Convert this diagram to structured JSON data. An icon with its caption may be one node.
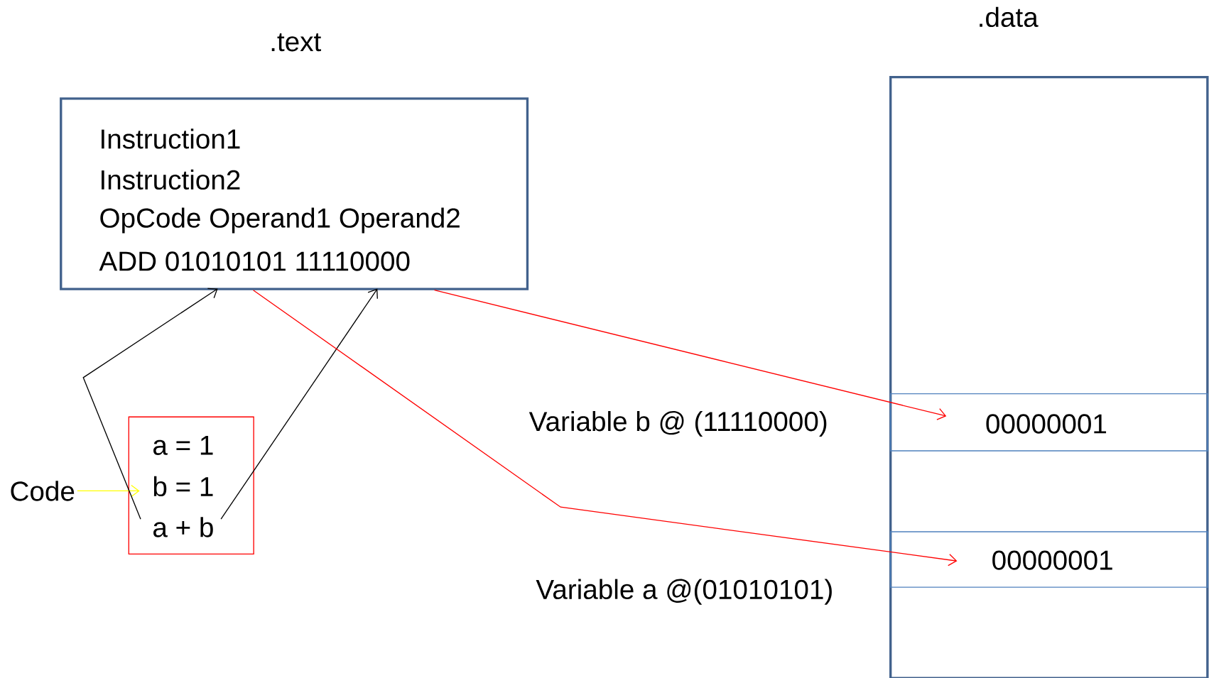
{
  "diagram": {
    "nodes": [
      {
        "text": [
          ".text",
          "Instruction1",
          "Instruction2",
          "OpCode Operand1 Operand2",
          "ADD 01010101 11110000"
        ]
      },
      {
        "text": [
          "a = 1",
          "b = 1",
          "a + b"
        ]
      },
      {
        "text": [
          "Code"
        ]
      },
      {
        "text": [
          ".data"
        ]
      },
      {
        "text": [
          "00000001"
        ],
        "in": 3
      },
      {
        "text": [
          "00000001"
        ],
        "in": 3
      }
    ],
    "edges": [
      {
        "from": 2,
        "to": 1,
        "arrow": "to",
        "color": "#ffff00"
      },
      {
        "from": 1,
        "to": 0,
        "arrow": "to"
      },
      {
        "from": 1,
        "to": 0,
        "arrow": "to"
      },
      {
        "from": 0,
        "to": 4,
        "arrow": "to",
        "color": "#ff0000"
      },
      {
        "from": 0,
        "to": 5,
        "arrow": "to",
        "color": "#ff0000"
      }
    ],
    "labels": [
      "Variable b @ (11110000)",
      "Variable a @(01010101)"
    ]
  }
}
